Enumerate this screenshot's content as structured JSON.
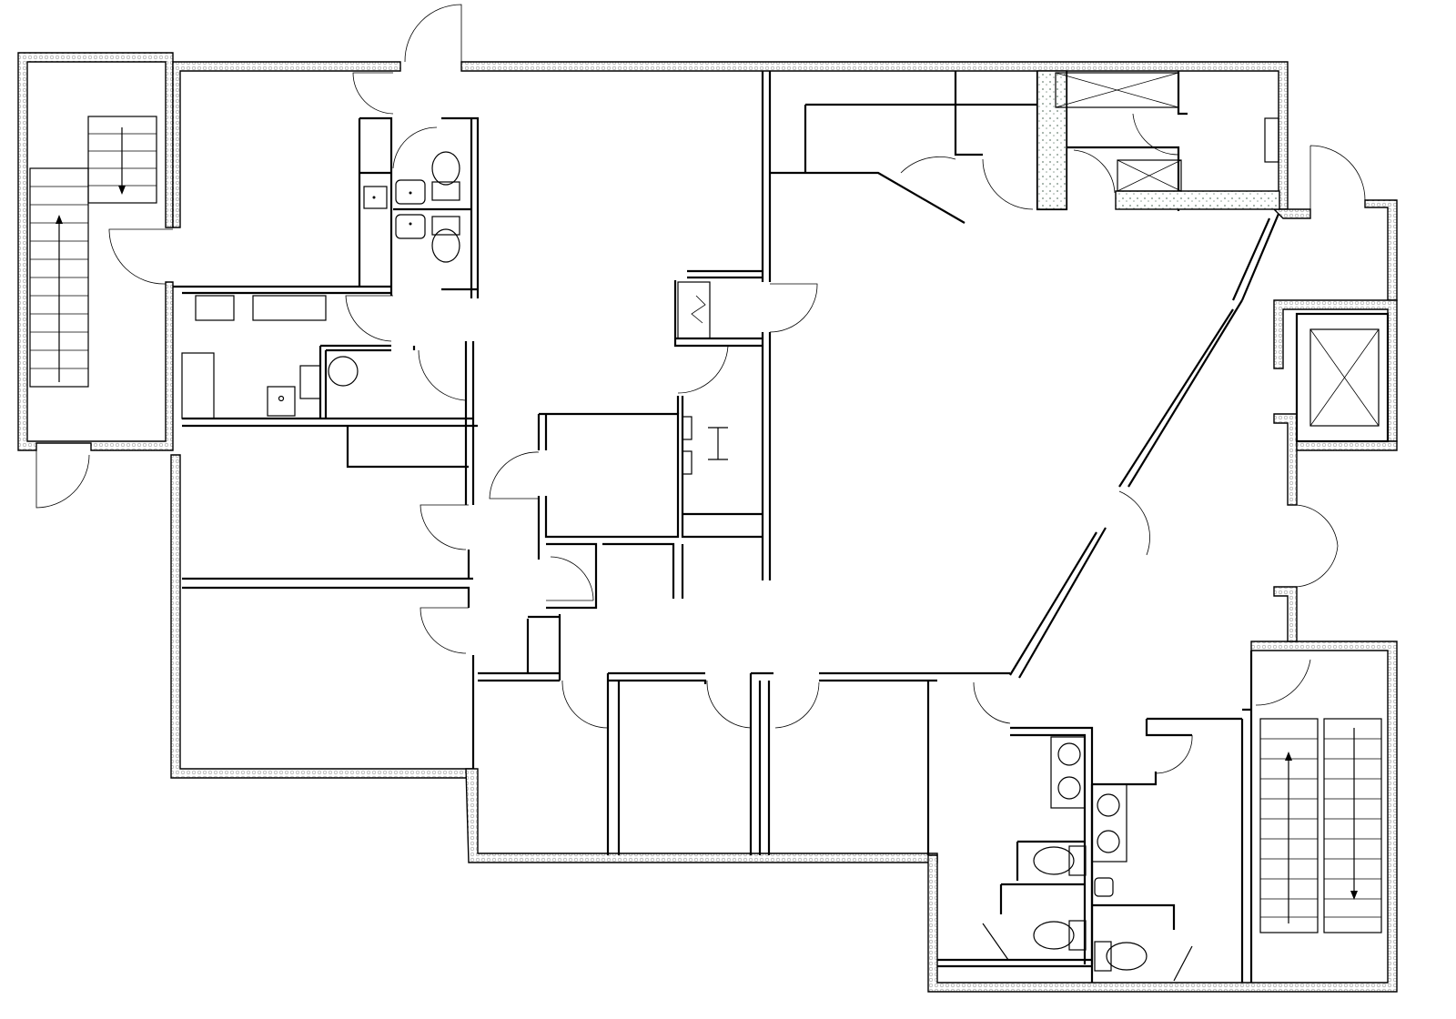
{
  "drawing": {
    "type": "architectural-floor-plan",
    "colors": {
      "line": "#000000",
      "background": "#ffffff",
      "insulation_hatch": "#9a9a9a",
      "concrete_fill": "#b5c2b8"
    },
    "symbols": [
      "stair-up-arrow",
      "stair-down-arrow",
      "elevator-shaft",
      "toilet",
      "sink",
      "door-swing"
    ]
  }
}
